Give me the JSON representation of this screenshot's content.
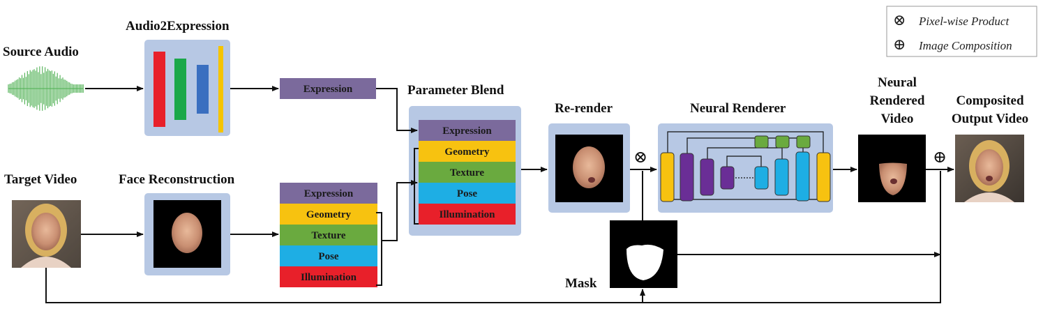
{
  "labels": {
    "source_audio": "Source Audio",
    "audio2expression": "Audio2Expression",
    "target_video": "Target Video",
    "face_reconstruction": "Face Reconstruction",
    "parameter_blend": "Parameter Blend",
    "rerender": "Re-render",
    "neural_renderer": "Neural Renderer",
    "neural_rendered_video_1": "Neural",
    "neural_rendered_video_2": "Rendered",
    "neural_rendered_video_3": "Video",
    "composited_output_1": "Composited",
    "composited_output_2": "Output Video",
    "mask": "Mask"
  },
  "expression_box": {
    "label": "Expression",
    "color": "#7b6a9c"
  },
  "param_stack": [
    {
      "label": "Expression",
      "color": "#7b6a9c"
    },
    {
      "label": "Geometry",
      "color": "#f7c210"
    },
    {
      "label": "Texture",
      "color": "#6aaa3f"
    },
    {
      "label": "Pose",
      "color": "#1eaee4"
    },
    {
      "label": "Illumination",
      "color": "#e8202a"
    }
  ],
  "legend": {
    "product_symbol": "⊗",
    "product_label": "Pixel-wise Product",
    "composition_symbol": "⊕",
    "composition_label": "Image Composition"
  },
  "operators": {
    "product": "⊗",
    "composition": "⊕"
  },
  "colors": {
    "panel": "#b7c8e4",
    "waveform": "#4caf50",
    "a2e_bar1": "#e8202a",
    "a2e_bar2": "#1ba84a",
    "a2e_bar3": "#3a6fc0",
    "a2e_bar4": "#f5c400",
    "unet_yellow": "#f7c210",
    "unet_purple": "#6a2e96",
    "unet_cyan": "#1eaee4",
    "unet_green": "#6aaa3f"
  }
}
